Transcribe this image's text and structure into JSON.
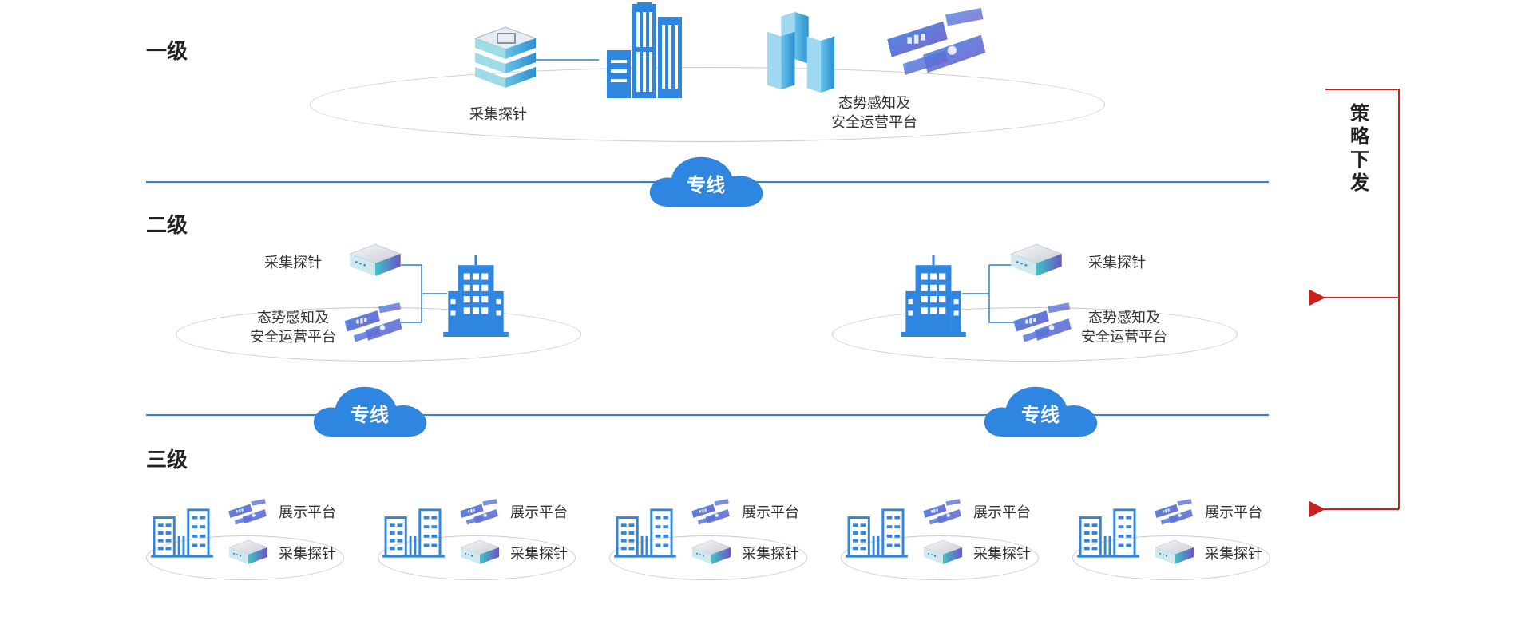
{
  "colors": {
    "accent": "#2b7fd4",
    "icon_blue": "#2e86e0",
    "arrow_red": "#cc1f1f",
    "ellipse": "#c9c9c9"
  },
  "levels": {
    "l1": "一级",
    "l2": "二级",
    "l3": "三级"
  },
  "level1": {
    "probe_label": "采集探针",
    "platform_label_line1": "态势感知及",
    "platform_label_line2": "安全运营平台",
    "icons": [
      "probe-server-icon",
      "building-icon",
      "server-rack-icon",
      "platform-screens-icon"
    ]
  },
  "clouds": {
    "top": "专线",
    "left": "专线",
    "right": "专线"
  },
  "level2": {
    "left": {
      "probe_label": "采集探针",
      "platform_line1": "态势感知及",
      "platform_line2": "安全运营平台"
    },
    "right": {
      "probe_label": "采集探针",
      "platform_line1": "态势感知及",
      "platform_line2": "安全运营平台"
    }
  },
  "level3": {
    "units": [
      {
        "display_label": "展示平台",
        "probe_label": "采集探针"
      },
      {
        "display_label": "展示平台",
        "probe_label": "采集探针"
      },
      {
        "display_label": "展示平台",
        "probe_label": "采集探针"
      },
      {
        "display_label": "展示平台",
        "probe_label": "采集探针"
      },
      {
        "display_label": "展示平台",
        "probe_label": "采集探针"
      }
    ]
  },
  "policy": {
    "label": "策略下发"
  }
}
